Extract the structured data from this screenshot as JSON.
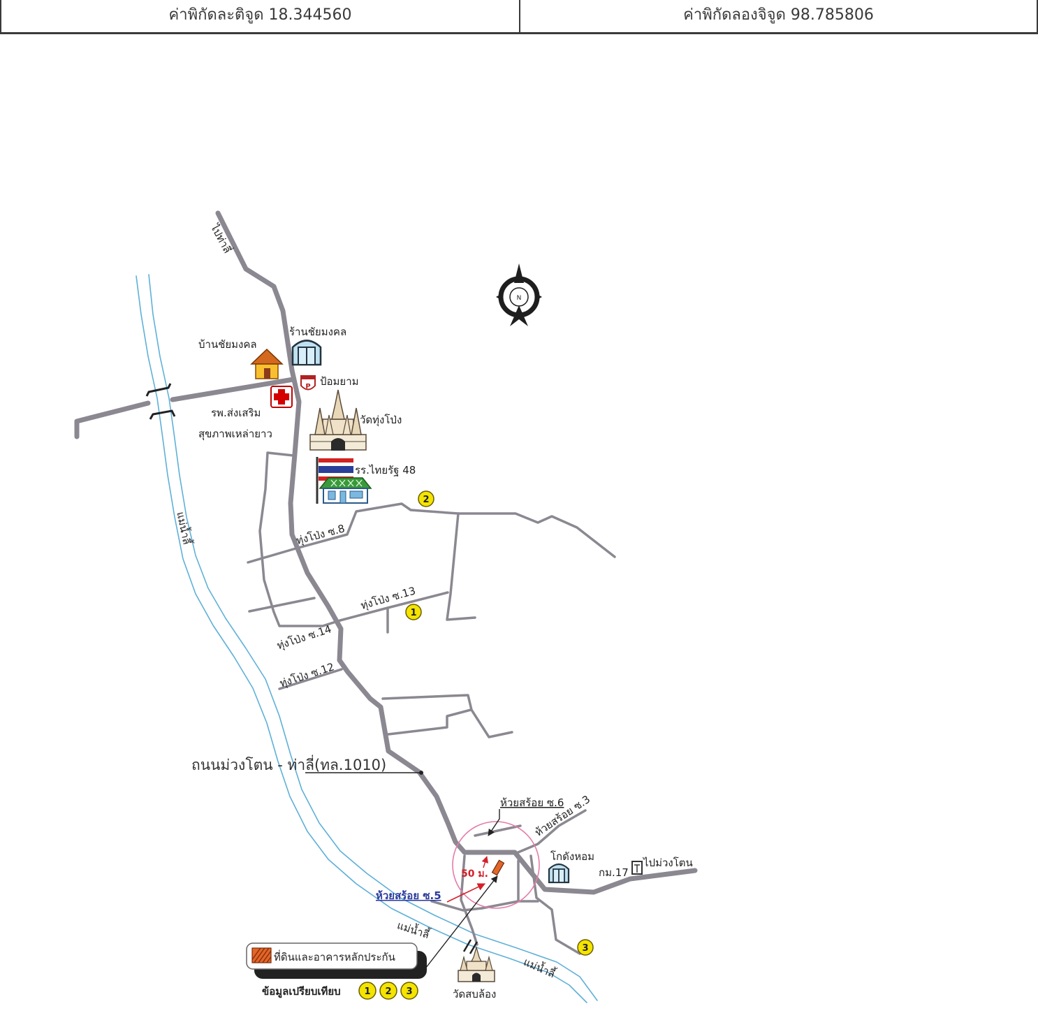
{
  "header": {
    "latitude": "ค่าพิกัดละติจูด 18.344560",
    "longitude": "ค่าพิกัดลองจิจูด 98.785806"
  },
  "compass": {
    "north": "N"
  },
  "places": {
    "to_tha_li": "ไปท่าลี่",
    "chaimongkol_shop": "ร้านชัยมงคล",
    "chaimongkol_house": "บ้านชัยมงคล",
    "guard_post": "ป้อมยาม",
    "guard_post_sign": "P",
    "hospital_line1": "รพ.ส่งเสริม",
    "hospital_line2": "สุขภาพเหล่ายาว",
    "wat_thung_pong": "วัดทุ่งโป่ง",
    "school": "รร.ไทยรัฐ 48",
    "godang_hom": "โกดังหอม",
    "km_marker": "กม.17",
    "to_muang_ton": "ไปม่วงโตน",
    "wat_sop_long": "วัดสบล้อง"
  },
  "roads": {
    "thung_pong_soi_8": "ทุ่งโป่ง ซ.8",
    "thung_pong_soi_13": "ทุ่งโป่ง ซ.13",
    "thung_pong_soi_14": "ทุ่งโป่ง ซ.14",
    "thung_pong_soi_12": "ทุ่งโป่ง ซ.12",
    "main_road": "ถนนม่วงโตน - ท่าลี่(ทล.1010)",
    "huai_soi_soi_6": "ห้วยสร้อย ซ.6",
    "huai_soi_soi_3": "ห้วยสร้อย ซ.3",
    "huai_soi_soi_5": "ห้วยสร้อย ซ.5"
  },
  "river": {
    "labels": [
      "แม่น้ำลี้",
      "แม่น้ำลี้",
      "แม่น้ำลี้"
    ]
  },
  "distance_label": "50 ม.",
  "comparison_markers": [
    "1",
    "2",
    "3"
  ],
  "legend": {
    "collateral": "ที่ดินและอาคารหลักประกัน",
    "comparison": "ข้อมูลเปรียบเทียบ",
    "comparison_markers": [
      "1",
      "2",
      "3"
    ]
  },
  "icons": {
    "shop": "shop-icon",
    "house": "house-icon",
    "hospital": "hospital-cross-icon",
    "guard_post": "guard-post-sign-icon",
    "temple": "temple-icon",
    "school": "school-flag-icon",
    "warehouse": "warehouse-icon",
    "km_post": "km-post-icon",
    "compass": "north-arrow-icon",
    "collateral": "collateral-parcel-icon"
  },
  "colors": {
    "road": "#8b8891",
    "river": "#5fb0d8",
    "marker": "#f4e400",
    "radius_circle": "#e47ca8",
    "distance_red": "#d4202a",
    "soi5_label": "#2b3a9c",
    "collateral": "#e2662a"
  }
}
